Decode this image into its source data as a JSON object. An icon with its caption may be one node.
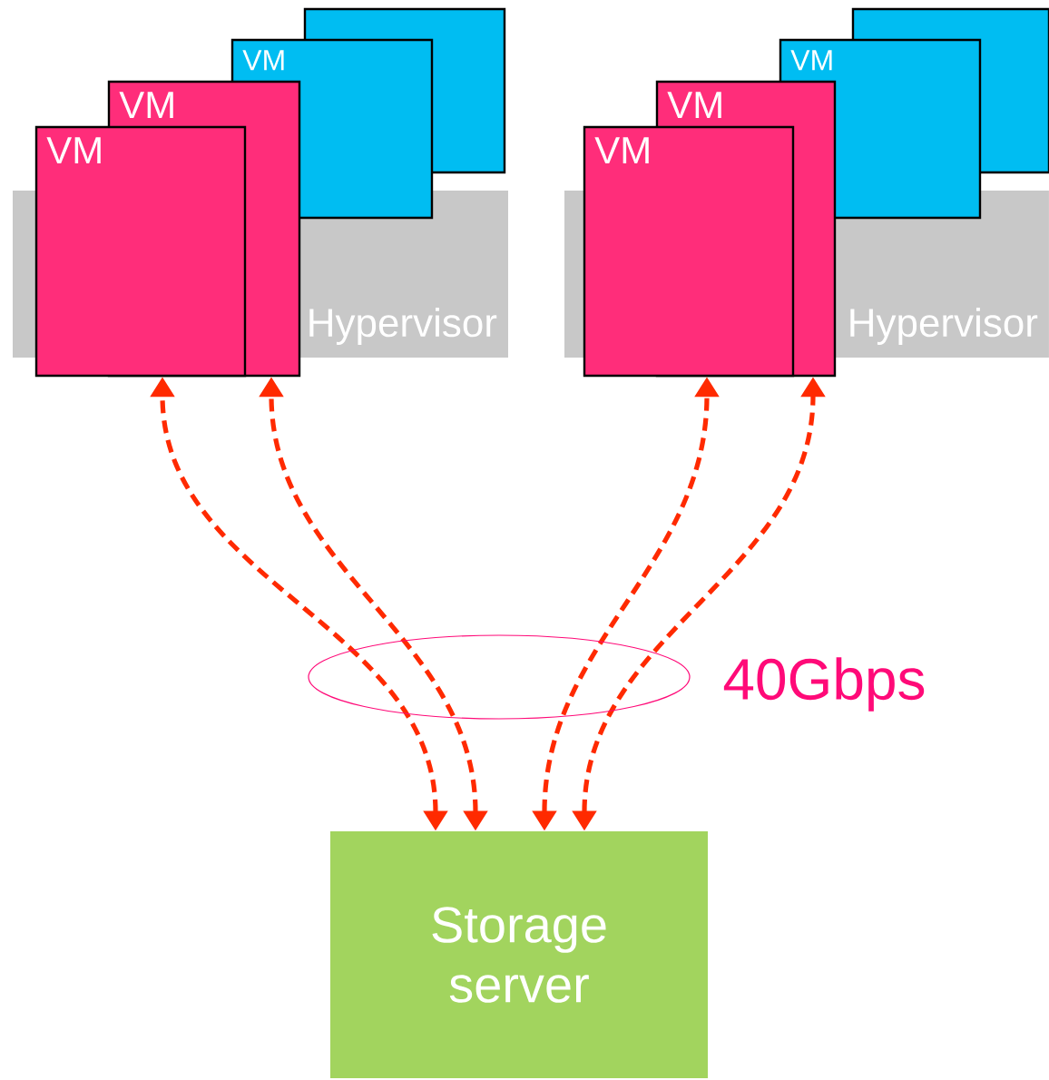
{
  "diagram": {
    "nodes": [
      {
        "text": [
          "Hypervisor"
        ]
      },
      {
        "text": [],
        "shape": "box"
      },
      {
        "text": [
          "VM"
        ]
      },
      {
        "text": [
          "VM"
        ]
      },
      {
        "text": [
          "VM"
        ]
      },
      {
        "text": [
          "Hypervisor"
        ]
      },
      {
        "text": [],
        "shape": "box"
      },
      {
        "text": [
          "VM"
        ]
      },
      {
        "text": [
          "VM"
        ]
      },
      {
        "text": [
          "VM"
        ]
      },
      {
        "text": [
          "Storage server"
        ]
      }
    ],
    "edges": [
      {
        "from": 10,
        "to": 4,
        "arrow": "both",
        "style": "dashed"
      },
      {
        "from": 10,
        "to": 3,
        "arrow": "both",
        "style": "dashed"
      },
      {
        "from": 10,
        "to": 9,
        "arrow": "both",
        "style": "dashed"
      },
      {
        "from": 10,
        "to": 8,
        "arrow": "both",
        "style": "dashed"
      }
    ],
    "labels": [
      "40Gbps"
    ]
  }
}
